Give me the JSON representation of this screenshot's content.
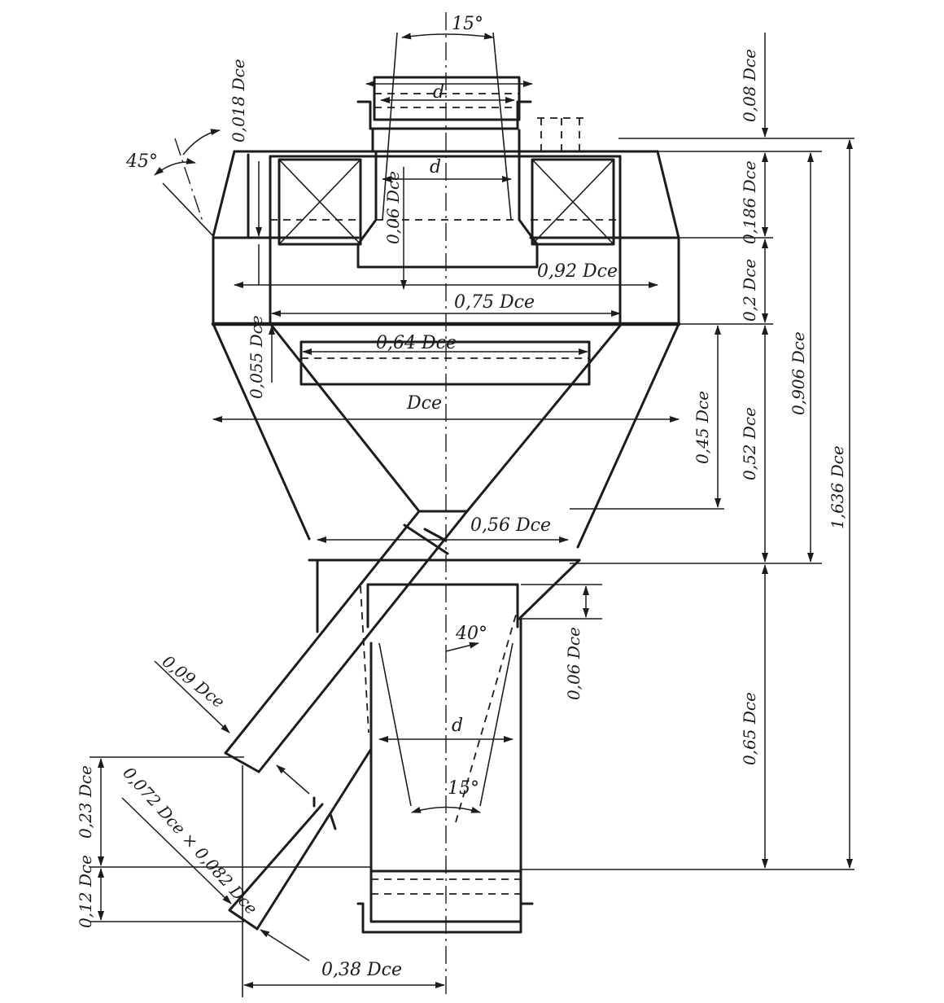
{
  "labels": {
    "angle_top": "15°",
    "angle_bottom": "15°",
    "angle_outlet": "40°",
    "angle_side": "45°",
    "d_top": "d",
    "d_mid": "d",
    "d_bottom": "d",
    "dim_0018": "0,018 Dсе",
    "dim_008": "0,08 Dсе",
    "dim_0186": "0,186 Dсе",
    "dim_02": "0,2 Dсе",
    "dim_092": "0,92 Dсе",
    "dim_075": "0,75 Dсе",
    "dim_064": "0,64 Dсе",
    "dim_Dce": "Dсе",
    "dim_0055": "0,055 Dсе",
    "dim_006_top": "0,06 Dсе",
    "dim_0906": "0,906 Dсе",
    "dim_1636": "1,636 Dсе",
    "dim_045": "0,45 Dсе",
    "dim_052": "0,52 Dсе",
    "dim_056": "0,56 Dсе",
    "dim_006_bottom": "0,06 Dсе",
    "dim_065": "0,65 Dсе",
    "dim_009": "0,09 Dсе",
    "dim_023": "0,23 Dсе",
    "dim_0072": "0,072 Dсе × 0,082 Dсе",
    "dim_012": "0,12 Dсе",
    "dim_038": "0,38 Dсе"
  }
}
